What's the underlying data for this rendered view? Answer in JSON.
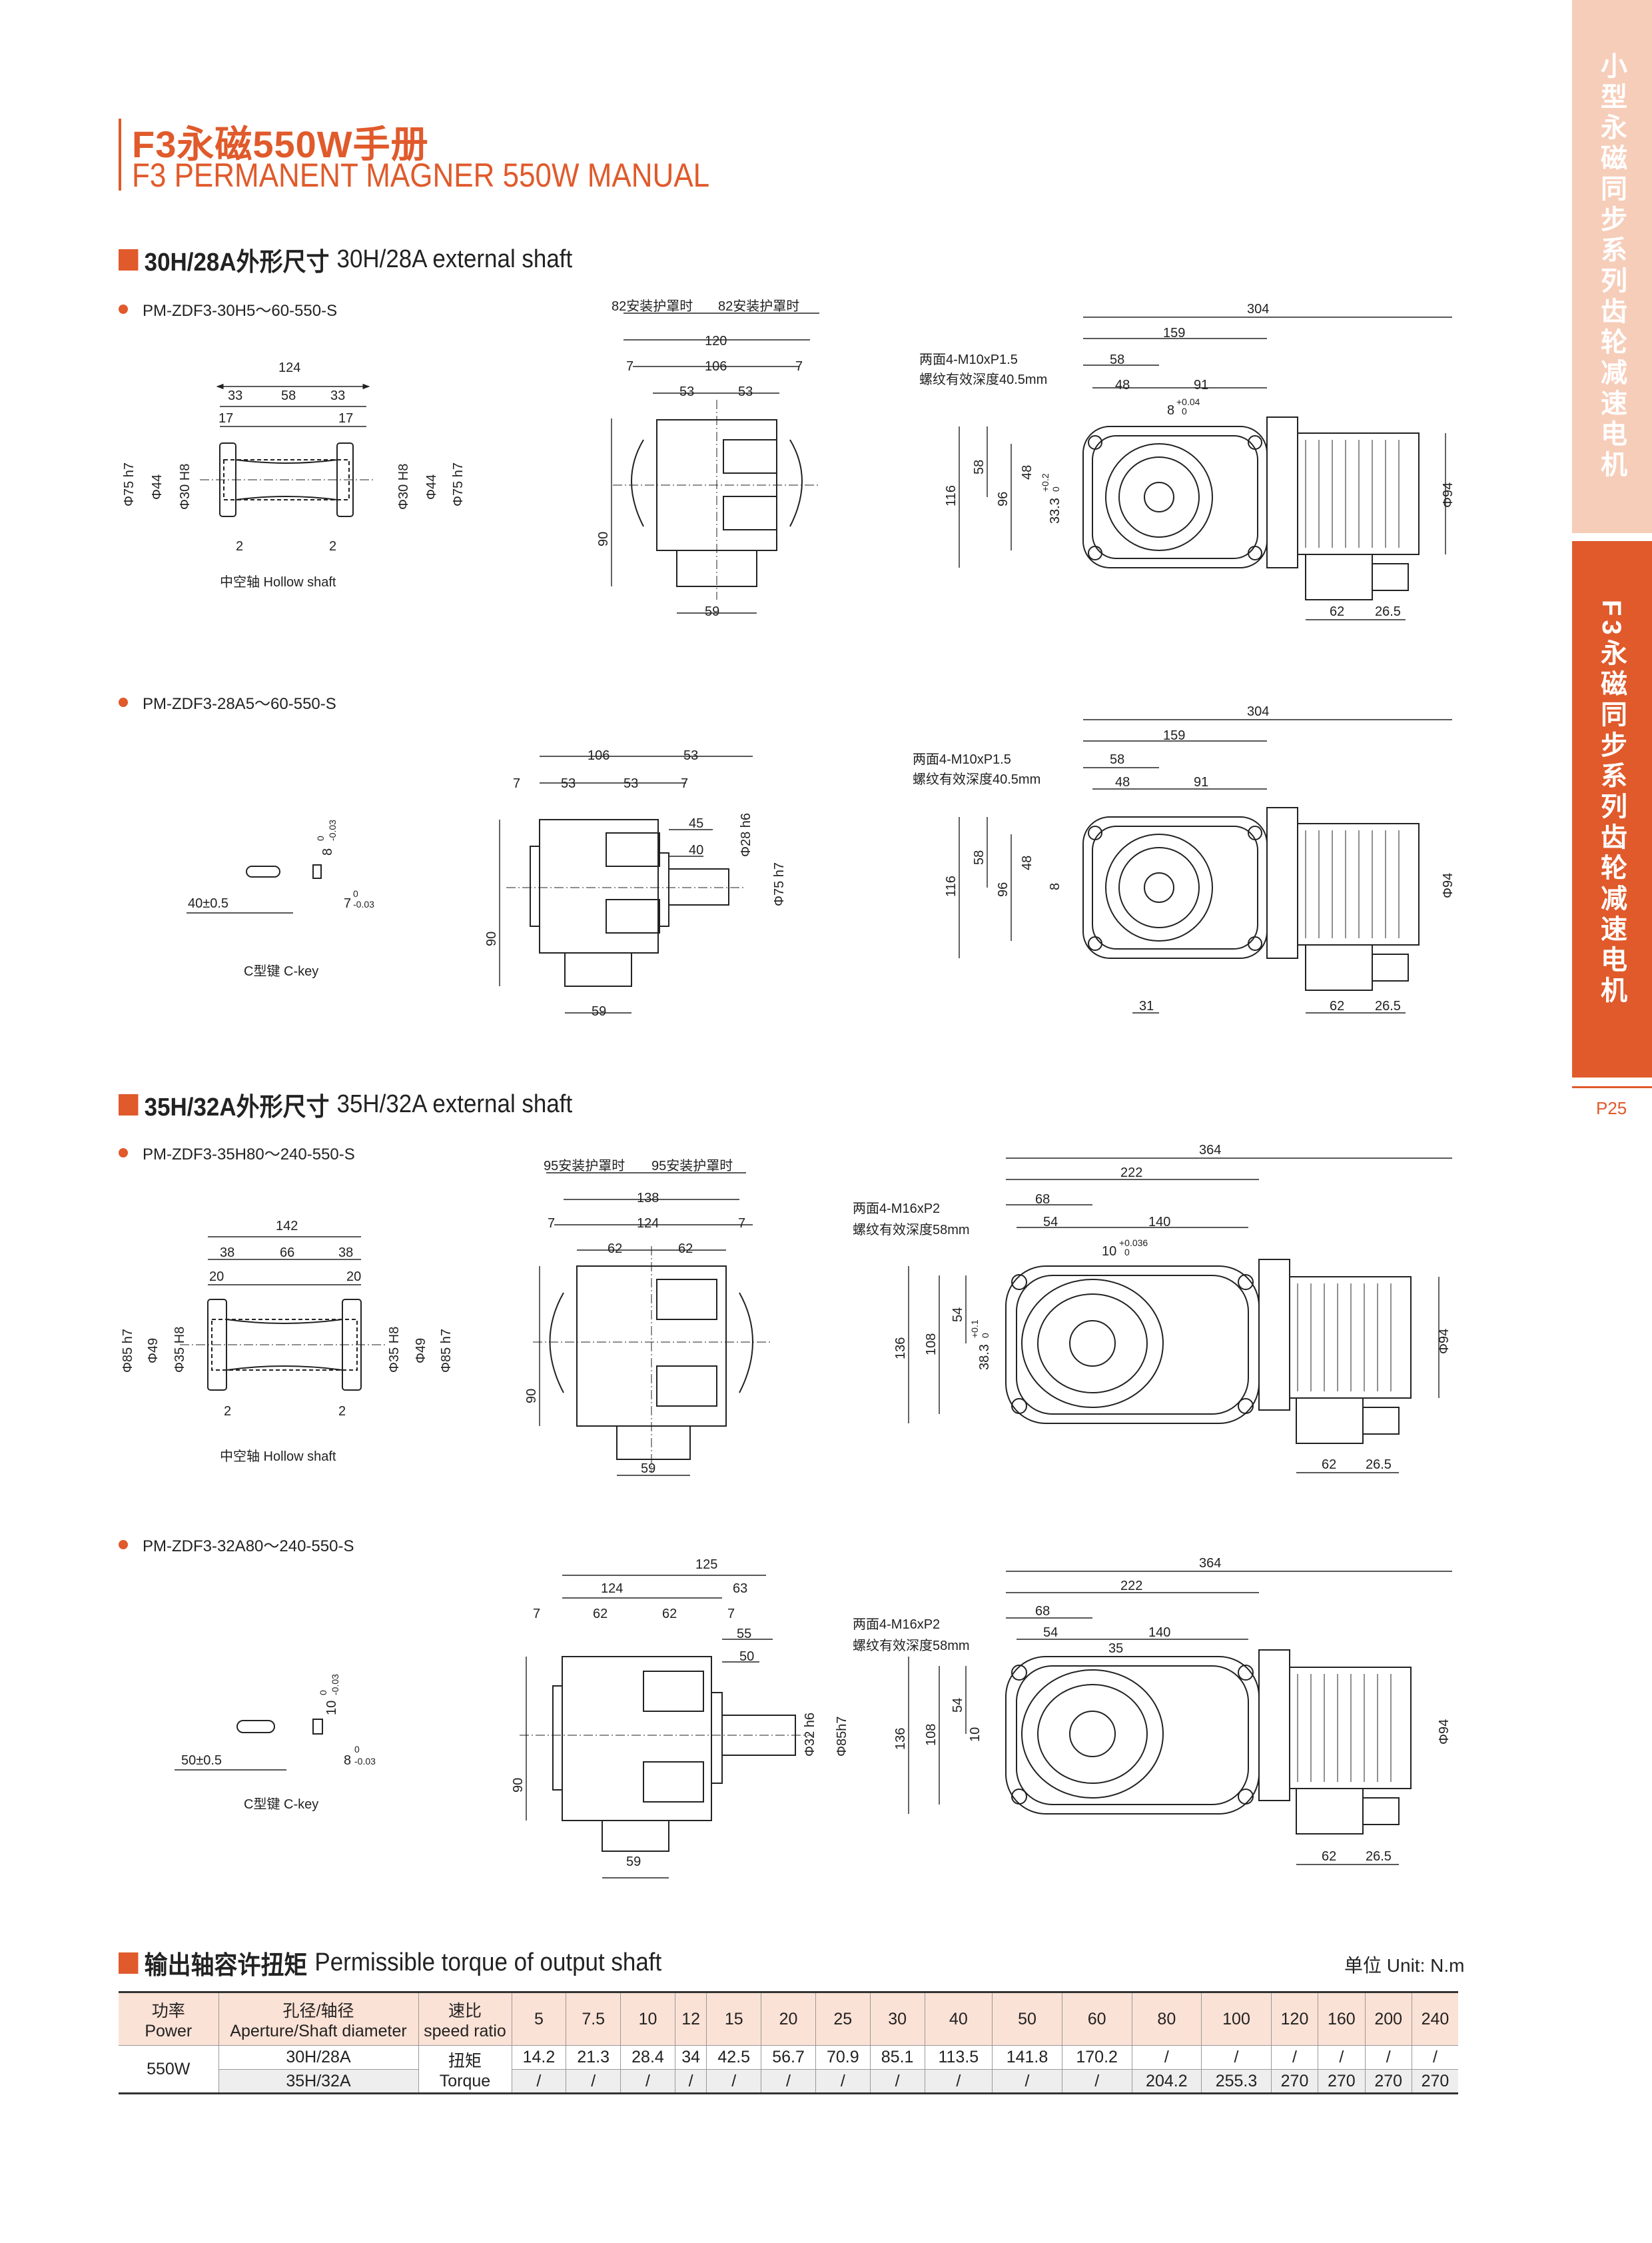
{
  "header": {
    "title_cn": "F3永磁550W手册",
    "title_en": "F3 PERMANENT MAGNER 550W MANUAL"
  },
  "sidebar": {
    "series_title": "小型永磁同步系列齿轮减速电机",
    "current_title": "F3永磁同步系列齿轮减速电机",
    "page_number": "P25"
  },
  "section1": {
    "title_cn": "30H/28A外形尺寸",
    "title_en": "30H/28A external shaft",
    "model_hollow": "PM-ZDF3-30H5～60-550-S",
    "model_solid": "PM-ZDF3-28A5～60-550-S",
    "hollow_caption": "中空轴 Hollow shaft",
    "key_caption": "C型键 C-key",
    "cover_note": "82安装护罩时",
    "thread_note1": "两面4-M10xP1.5",
    "thread_note2": "螺纹有效深度40.5mm",
    "hollow_dims": {
      "d124": "124",
      "d33a": "33",
      "d58": "58",
      "d33b": "33",
      "d17a": "17",
      "d17b": "17",
      "d2a": "2",
      "d2b": "2",
      "phi75a": "Φ75 h7",
      "phi44a": "Φ44",
      "phi30a": "Φ30 H8",
      "phi30b": "Φ30 H8",
      "phi44b": "Φ44",
      "phi75b": "Φ75 h7"
    },
    "side_dims": {
      "w120": "120",
      "w106": "106",
      "w7a": "7",
      "w7b": "7",
      "w53a": "53",
      "w53b": "53",
      "h90": "90",
      "w59": "59"
    },
    "front_dims": {
      "w304": "304",
      "w159": "159",
      "w58": "58",
      "w48": "48",
      "w91": "91",
      "w8": "8",
      "tol8": "+0.04",
      "tol8b": "0",
      "h116": "116",
      "h58": "58",
      "h96": "96",
      "h48": "48",
      "h33": "33.3",
      "tol33": "+0.2",
      "tol33b": "0",
      "phi94": "Φ94",
      "w62": "62",
      "w265": "26.5"
    },
    "key_dims": {
      "len": "40±0.5",
      "h8": "8",
      "tolh": "0",
      "tolh2": "-0.03",
      "w7": "7",
      "tolw": "0",
      "tolw2": "-0.03"
    },
    "solid_side_dims": {
      "w106": "106",
      "w53r": "53",
      "w7a": "7",
      "w53a": "53",
      "w53b": "53",
      "w7b": "7",
      "w45": "45",
      "w40": "40",
      "phi28": "Φ28 h6",
      "phi75": "Φ75 h7",
      "h90": "90",
      "w59": "59"
    },
    "solid_front_dims": {
      "w304": "304",
      "w159": "159",
      "w58": "58",
      "w48": "48",
      "w91": "91",
      "h116": "116",
      "h58": "58",
      "h96": "96",
      "h48": "48",
      "h8": "8",
      "phi94": "Φ94",
      "w31": "31",
      "w62": "62",
      "w265": "26.5"
    }
  },
  "section2": {
    "title_cn": "35H/32A外形尺寸",
    "title_en": "35H/32A external shaft",
    "model_hollow": "PM-ZDF3-35H80～240-550-S",
    "model_solid": "PM-ZDF3-32A80～240-550-S",
    "hollow_caption": "中空轴 Hollow shaft",
    "key_caption": "C型键 C-key",
    "cover_note": "95安装护罩时",
    "thread_note1": "两面4-M16xP2",
    "thread_note2": "螺纹有效深度58mm",
    "hollow_dims": {
      "d142": "142",
      "d38a": "38",
      "d66": "66",
      "d38b": "38",
      "d20a": "20",
      "d20b": "20",
      "d2a": "2",
      "d2b": "2",
      "phi85a": "Φ85 h7",
      "phi49a": "Φ49",
      "phi35a": "Φ35 H8",
      "phi35b": "Φ35 H8",
      "phi49b": "Φ49",
      "phi85b": "Φ85 h7"
    },
    "side_dims": {
      "w138": "138",
      "w124": "124",
      "w7a": "7",
      "w7b": "7",
      "w62a": "62",
      "w62b": "62",
      "h90": "90",
      "w59": "59"
    },
    "front_dims": {
      "w364": "364",
      "w222": "222",
      "w68": "68",
      "w54": "54",
      "w140": "140",
      "w10": "10",
      "tol10": "+0.036",
      "tol10b": "0",
      "h136": "136",
      "h108": "108",
      "h54": "54",
      "h38": "38.3",
      "tol38": "+0.1",
      "tol38b": "0",
      "phi94": "Φ94",
      "w62": "62",
      "w265": "26.5"
    },
    "key_dims": {
      "len": "50±0.5",
      "h10": "10",
      "tolh": "0",
      "tolh2": "-0.03",
      "w8": "8",
      "tolw": "0",
      "tolw2": "-0.03"
    },
    "solid_side_dims": {
      "w125": "125",
      "w124": "124",
      "w63": "63",
      "w7a": "7",
      "w62a": "62",
      "w62b": "62",
      "w7b": "7",
      "w55": "55",
      "w50": "50",
      "phi32": "Φ32 h6",
      "phi85": "Φ85h7",
      "h90": "90",
      "w59": "59"
    },
    "solid_front_dims": {
      "w364": "364",
      "w222": "222",
      "w68": "68",
      "w54": "54",
      "w140": "140",
      "w35": "35",
      "h136": "136",
      "h108": "108",
      "h54": "54",
      "h10": "10",
      "phi94": "Φ94",
      "w62": "62",
      "w265": "26.5"
    }
  },
  "torque": {
    "title_cn": "输出轴容许扭矩",
    "title_en": "Permissible torque of output shaft",
    "unit": "单位 Unit: N.m",
    "h_power_cn": "功率",
    "h_power_en": "Power",
    "h_shaft_cn": "孔径/轴径",
    "h_shaft_en": "Aperture/Shaft diameter",
    "h_ratio_cn": "速比",
    "h_ratio_en": "speed ratio",
    "torque_cn": "扭矩",
    "torque_en": "Torque",
    "power": "550W",
    "ratios": [
      "5",
      "7.5",
      "10",
      "12",
      "15",
      "20",
      "25",
      "30",
      "40",
      "50",
      "60",
      "80",
      "100",
      "120",
      "160",
      "200",
      "240"
    ],
    "rows": [
      {
        "shaft": "30H/28A",
        "values": [
          "14.2",
          "21.3",
          "28.4",
          "34",
          "42.5",
          "56.7",
          "70.9",
          "85.1",
          "113.5",
          "141.8",
          "170.2",
          "/",
          "/",
          "/",
          "/",
          "/",
          "/"
        ]
      },
      {
        "shaft": "35H/32A",
        "values": [
          "/",
          "/",
          "/",
          "/",
          "/",
          "/",
          "/",
          "/",
          "/",
          "/",
          "/",
          "204.2",
          "255.3",
          "270",
          "270",
          "270",
          "270"
        ]
      }
    ]
  }
}
